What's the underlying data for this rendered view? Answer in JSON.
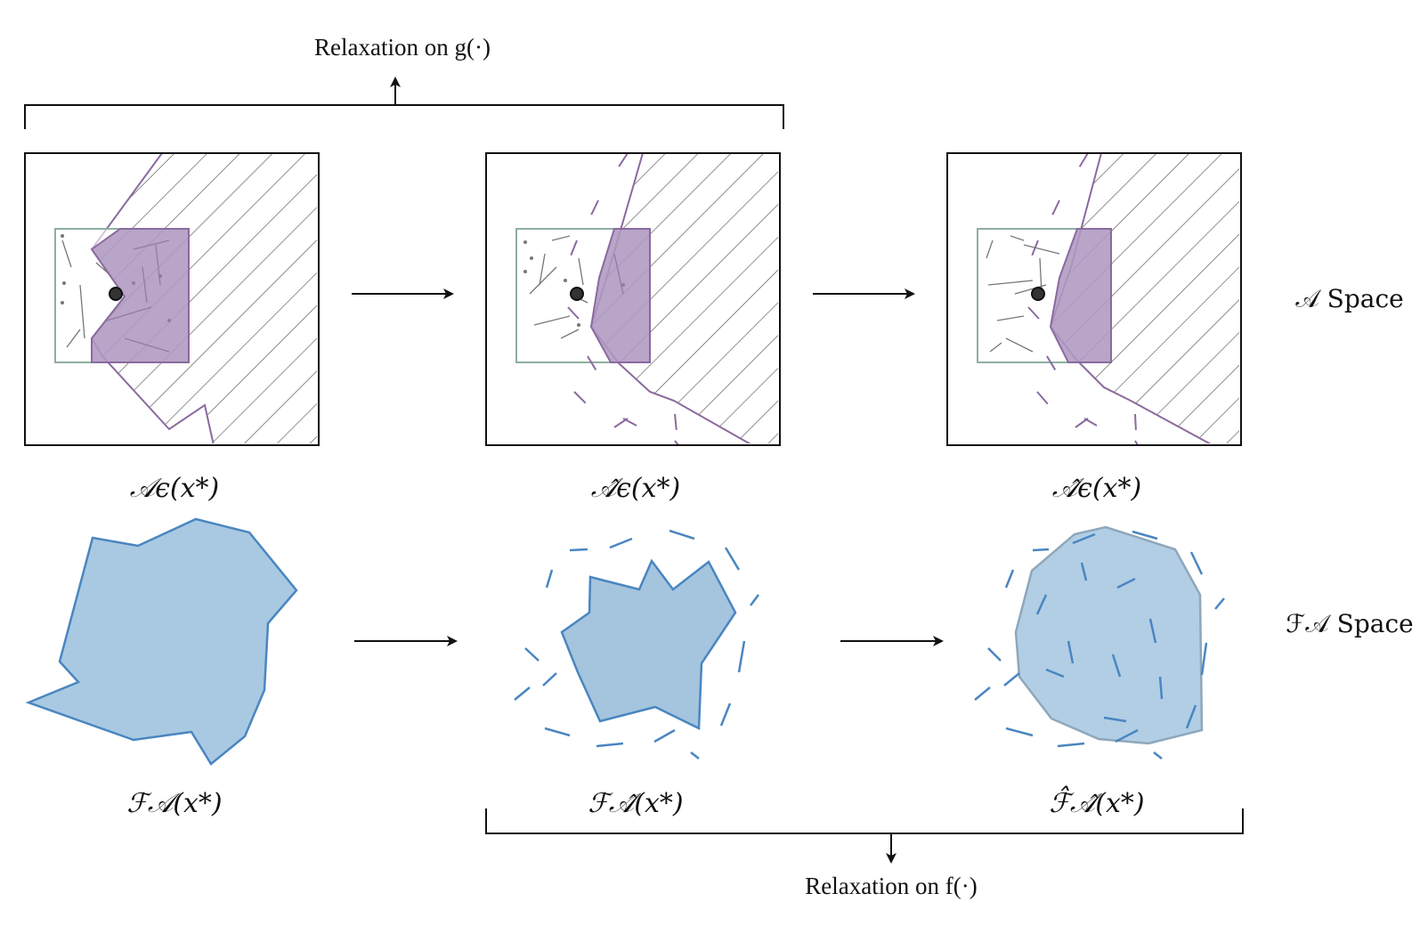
{
  "top_relaxation": {
    "label": "Relaxation on g(·)"
  },
  "bottom_relaxation": {
    "label": "Relaxation on f(·)"
  },
  "rows": {
    "a_space": {
      "label": "𝒜 Space"
    },
    "f_space": {
      "label": "ℱ𝒜 Space"
    }
  },
  "panels": {
    "a1": {
      "caption": "𝒜ϵ(x*)"
    },
    "a2": {
      "caption": "𝒜̂ϵ(x*)"
    },
    "a3": {
      "caption": "𝒜̂ϵ(x*)"
    },
    "f1": {
      "caption": "ℱ𝒜(x*)"
    },
    "f2": {
      "caption": "ℱ𝒜̂(x*)"
    },
    "f3": {
      "caption": "ℱ̂𝒜̂(x*)"
    }
  },
  "colors": {
    "purple_stroke": "#8a6a9e",
    "purple_fill": "#9b7fb0",
    "blue_stroke": "#4a86c0",
    "blue_fill": "#a9c9e2",
    "green_stroke": "#8fae9f",
    "hatch": "#555555"
  }
}
